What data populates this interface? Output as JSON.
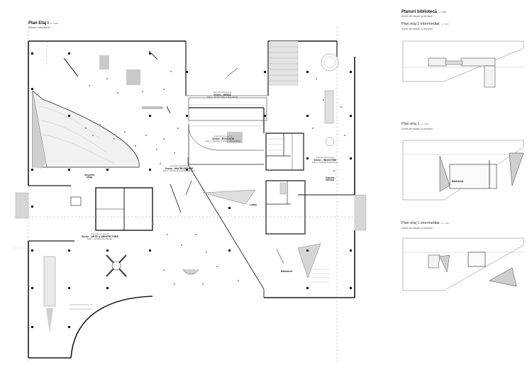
{
  "main_plan": {
    "title": "Plan Etaj I",
    "scale": "sc. 1:200",
    "subtitle": "Planuri bibliotecă",
    "rooms": [
      {
        "id": "media",
        "l1": "Expoziție permanentă",
        "l2": "Sector - MEDIA",
        "l3": "Etaj 1 - Muzică, Film și New Media"
      },
      {
        "id": "educatie",
        "l1": "Expoziție permanentă",
        "l2": "Sector - EDUCAȚIE",
        "l3": "Etaj 1 - Educație și istorie universitățiilor"
      },
      {
        "id": "macro",
        "l1": "Expoziție permanentă",
        "l2": "Sector - MACROISTORIE",
        "l3": "Etaj 1 - Povestea orașului Timișoara"
      },
      {
        "id": "industrie",
        "l1": "Expoziție permanentă",
        "l2": "Sector - INDUSTRIE",
        "l3": "Etaj 1 - Industrie și Economie"
      },
      {
        "id": "arta",
        "l1": "Expoziție permanentă",
        "l2": "Sector - ARTĂ și ARHITECTURĂ",
        "l3": "Etaj 1 - Arhitectură și Design"
      }
    ],
    "small_labels": [
      {
        "id": "souvenir",
        "l1": "Souvenir",
        "l2": "shop"
      },
      {
        "id": "camera",
        "l1": "Cameră",
        "l2": "tehnică"
      },
      {
        "id": "lobby",
        "l1": "Lobby",
        "l2": ""
      },
      {
        "id": "biblioteca",
        "l1": "Bibliotecă",
        "l2": ""
      }
    ]
  },
  "side_panel": {
    "title": "Planuri bibliotecă",
    "scale": "sc. 1:500",
    "subtitle": "Zone de studiu și lectură",
    "plans": [
      {
        "title": "Plan etaj 2 intermediar",
        "scale": "sc. 1:500",
        "subtitle": "Zone de studiu și lectură"
      },
      {
        "title": "Plan etaj 1",
        "scale": "sc. 1:500",
        "subtitle": "Zone de studiu și lectură",
        "room_label": "Bibliotecă"
      },
      {
        "title": "Plan etaj 1 intermediar",
        "scale": "sc. 1:500",
        "subtitle": "Zone de studiu și lectură"
      }
    ]
  }
}
